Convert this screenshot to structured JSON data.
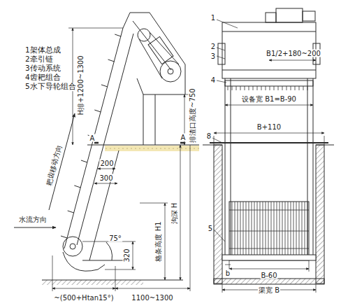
{
  "diagram": {
    "labels": [
      "1架体总成",
      "2牵引链",
      "3传动系统",
      "4齿耙组合",
      "5水下导轮组合",
      "H排+1200~1300",
      "A",
      "A",
      "200",
      "300",
      "耙齿移动方向",
      "水流方向",
      "75°",
      "320",
      "格条高度 H1",
      "沟深 H",
      "排渣口高度~750",
      "~(500+Htan15°)",
      "1100~1300",
      "1",
      "2",
      "3",
      "4",
      "B1/2+180~200",
      "设备宽 B1=B-90",
      "B+110",
      "8",
      "5",
      "b",
      "B-60",
      "渠宽 B"
    ]
  }
}
